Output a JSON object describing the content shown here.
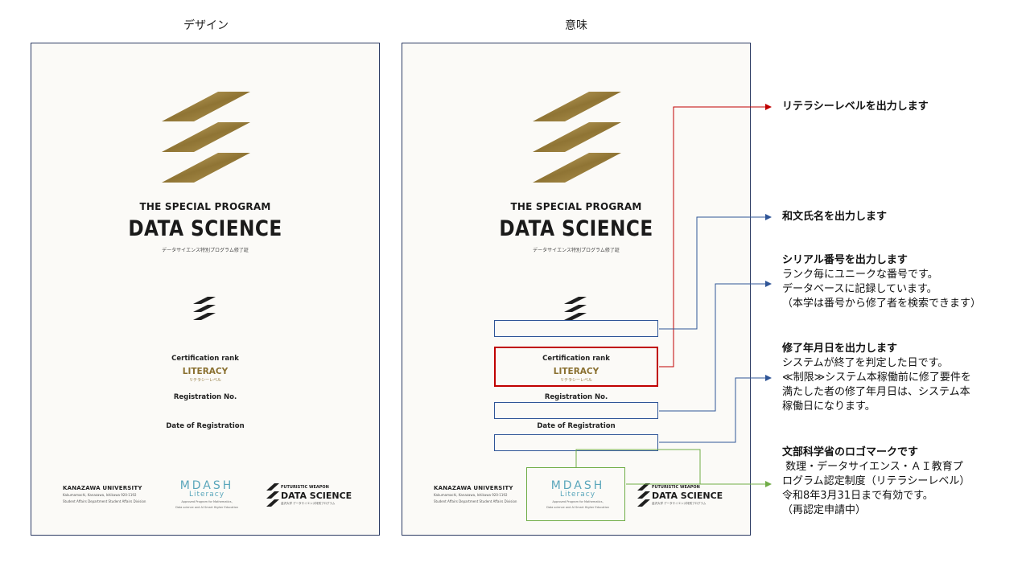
{
  "columns": {
    "design_title": "デザイン",
    "meaning_title": "意味"
  },
  "certificate": {
    "program_subtitle": "THE SPECIAL PROGRAM",
    "program_title": "DATA SCIENCE",
    "program_jp": "データサイエンス特別プログラム修了証",
    "rank_label": "Certification rank",
    "rank_value": "LITERACY",
    "rank_kana": "リテラシーレベル",
    "registration_label": "Registration No.",
    "date_label": "Date of Registration",
    "university_name": "KANAZAWA UNIVERSITY",
    "university_address": "Kakumamachi, Kanazawa, Ishikawa 920-1192",
    "university_division": "Student Affairs Department Student Affairs Division",
    "mdash_title": "MDASH",
    "mdash_subtitle": "Literacy",
    "mdash_desc1": "Approved Program for Mathematics,",
    "mdash_desc2": "Data science and AI Smart Higher Education",
    "fw_top": "FUTURISTIC WEAPON",
    "fw_main": "DATA SCIENCE",
    "fw_jp": "金沢大学 データサイエンス特別プログラム",
    "colors": {
      "gold": "#8a7030",
      "mdash": "#5aa6bb",
      "border": "#2b3a63"
    }
  },
  "annotations": {
    "literacy": {
      "heading": "リテラシーレベルを出力します",
      "color": "#c00000"
    },
    "name": {
      "heading": "和文氏名を出力します",
      "color": "#2f5597"
    },
    "serial": {
      "heading": "シリアル番号を出力します",
      "lines": [
        "ランク毎にユニークな番号です。",
        "データベースに記録しています。",
        "（本学は番号から修了者を検索できます）"
      ],
      "color": "#2f5597"
    },
    "date": {
      "heading": "修了年月日を出力します",
      "lines": [
        "システムが終了を判定した日です。",
        "≪制限≫システム本稼働前に修了要件を",
        "満たした者の修了年月日は、システム本",
        "稼働日になります。"
      ],
      "color": "#2f5597"
    },
    "logo": {
      "heading": "文部科学省のロゴマークです",
      "lines": [
        " 数理・データサイエンス・ＡＩ教育プ",
        "ログラム認定制度（リテラシーレベル）",
        "令和8年3月31日まで有効です。",
        "（再認定申請中）"
      ],
      "color": "#70ad47"
    }
  }
}
